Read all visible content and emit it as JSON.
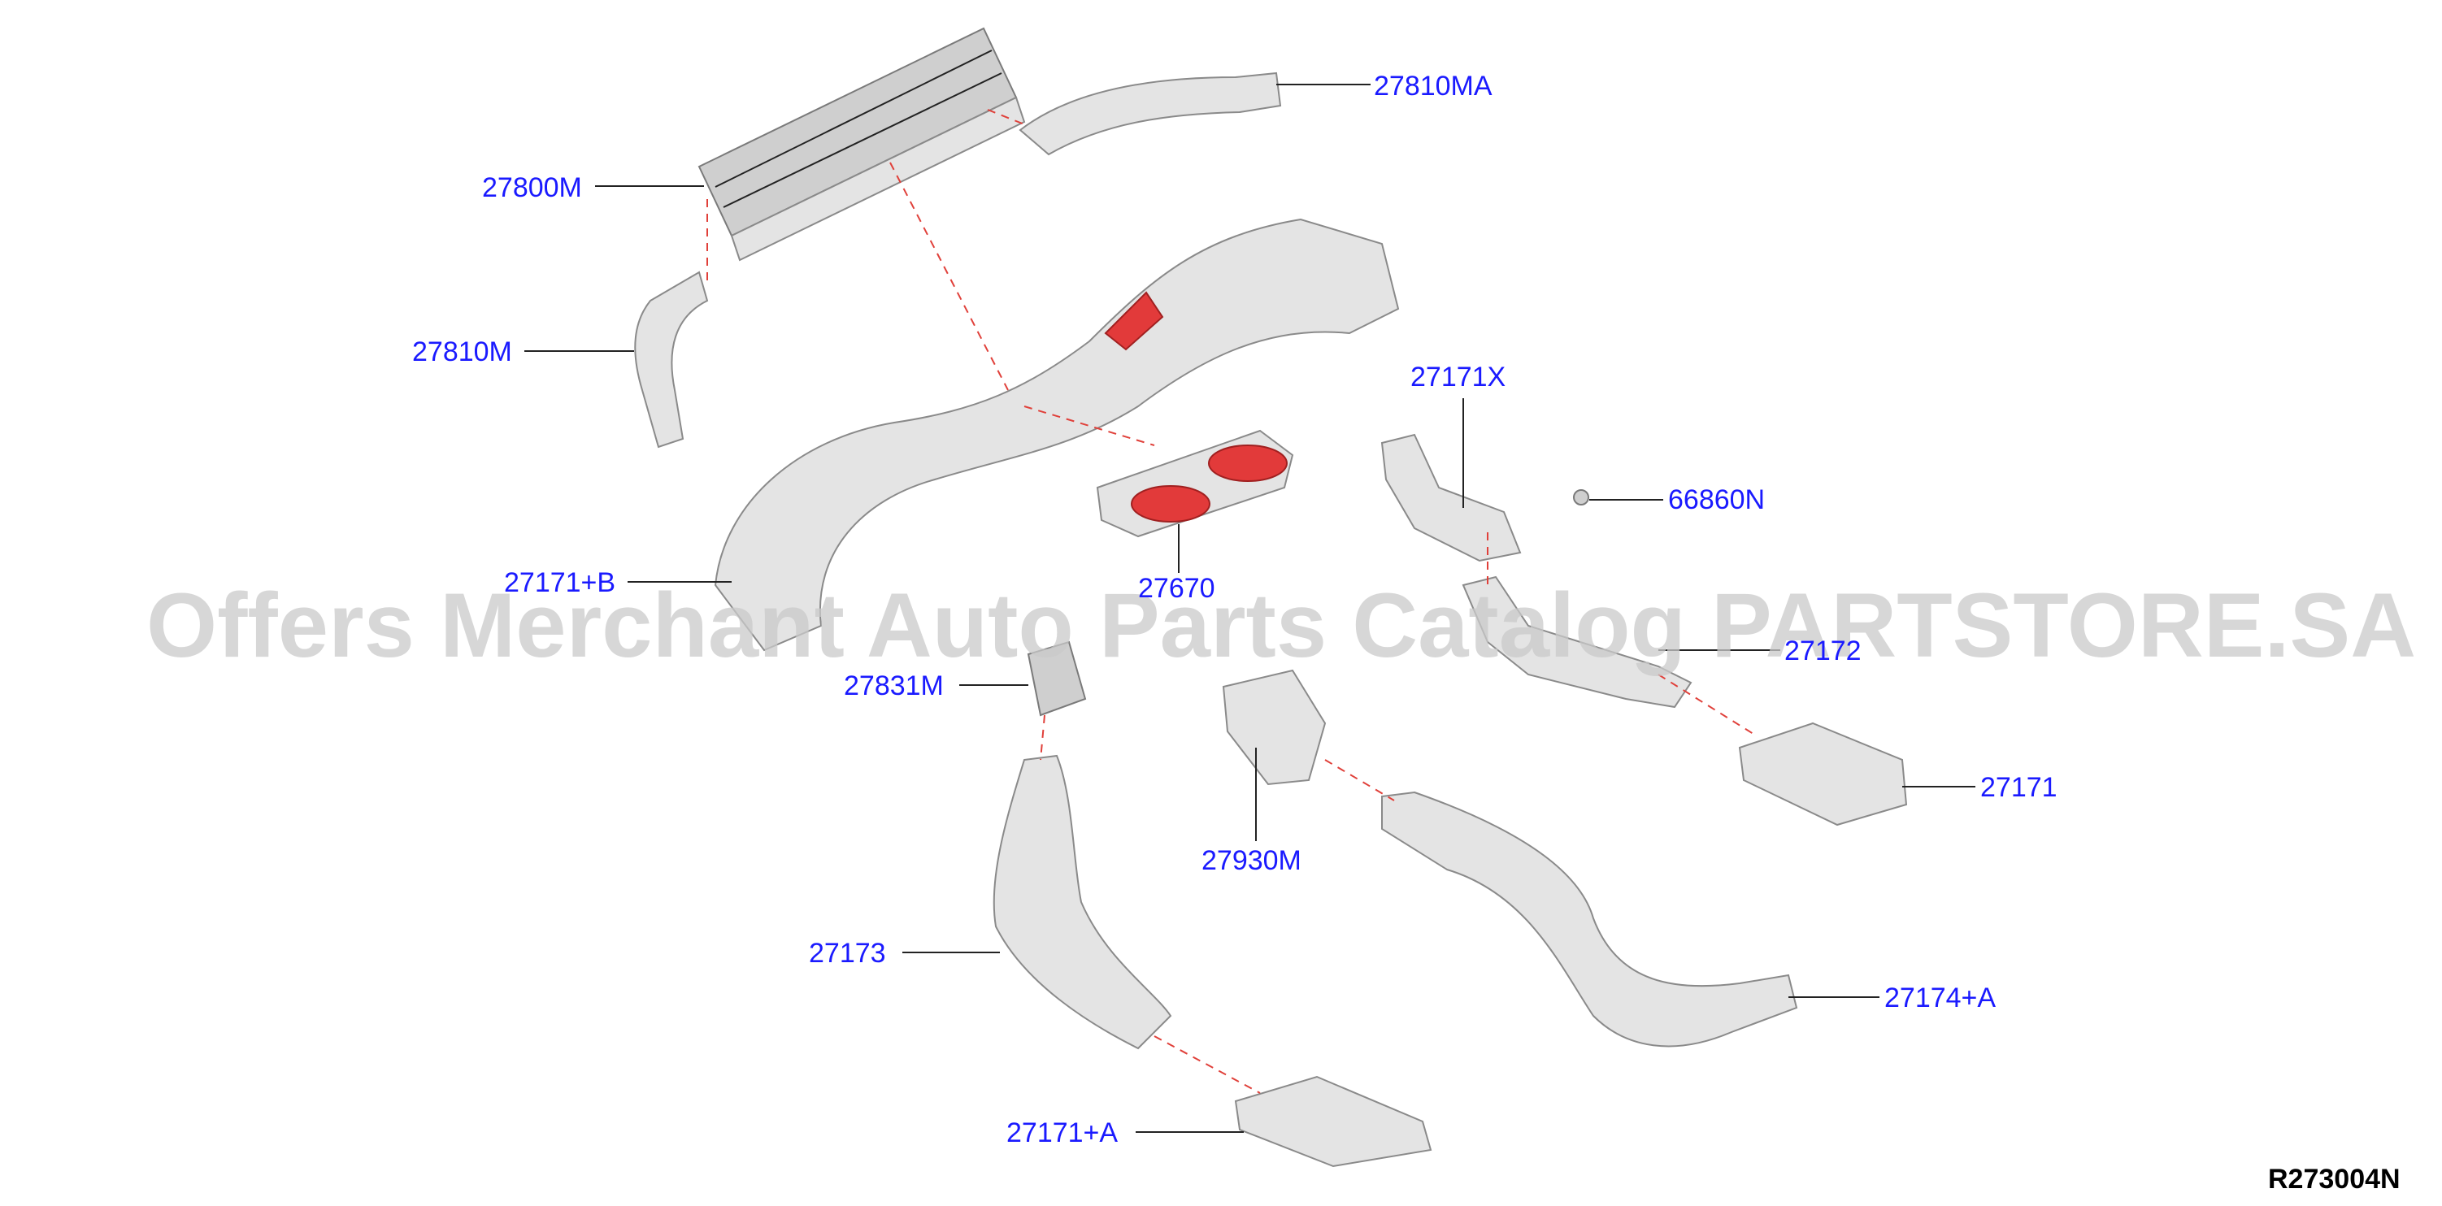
{
  "diagram": {
    "labels": {
      "p27810MA": "27810MA",
      "p27800M": "27800M",
      "p27810M": "27810M",
      "p27171X": "27171X",
      "p66860N": "66860N",
      "p27171B": "27171+B",
      "p27670": "27670",
      "p27172": "27172",
      "p27831M": "27831M",
      "p27171": "27171",
      "p27930M": "27930M",
      "p27173": "27173",
      "p27174A": "27174+A",
      "p27171A": "27171+A"
    },
    "watermark": "Offers Merchant Auto Parts Catalog PARTSTORE.SA",
    "reference_code": "R273004N",
    "colors": {
      "label": "#1a1aff",
      "leader_line": "#222222",
      "dashed_connector": "#e0403a",
      "part_fill": "#e4e4e4",
      "highlight": "#e23a3a"
    }
  }
}
